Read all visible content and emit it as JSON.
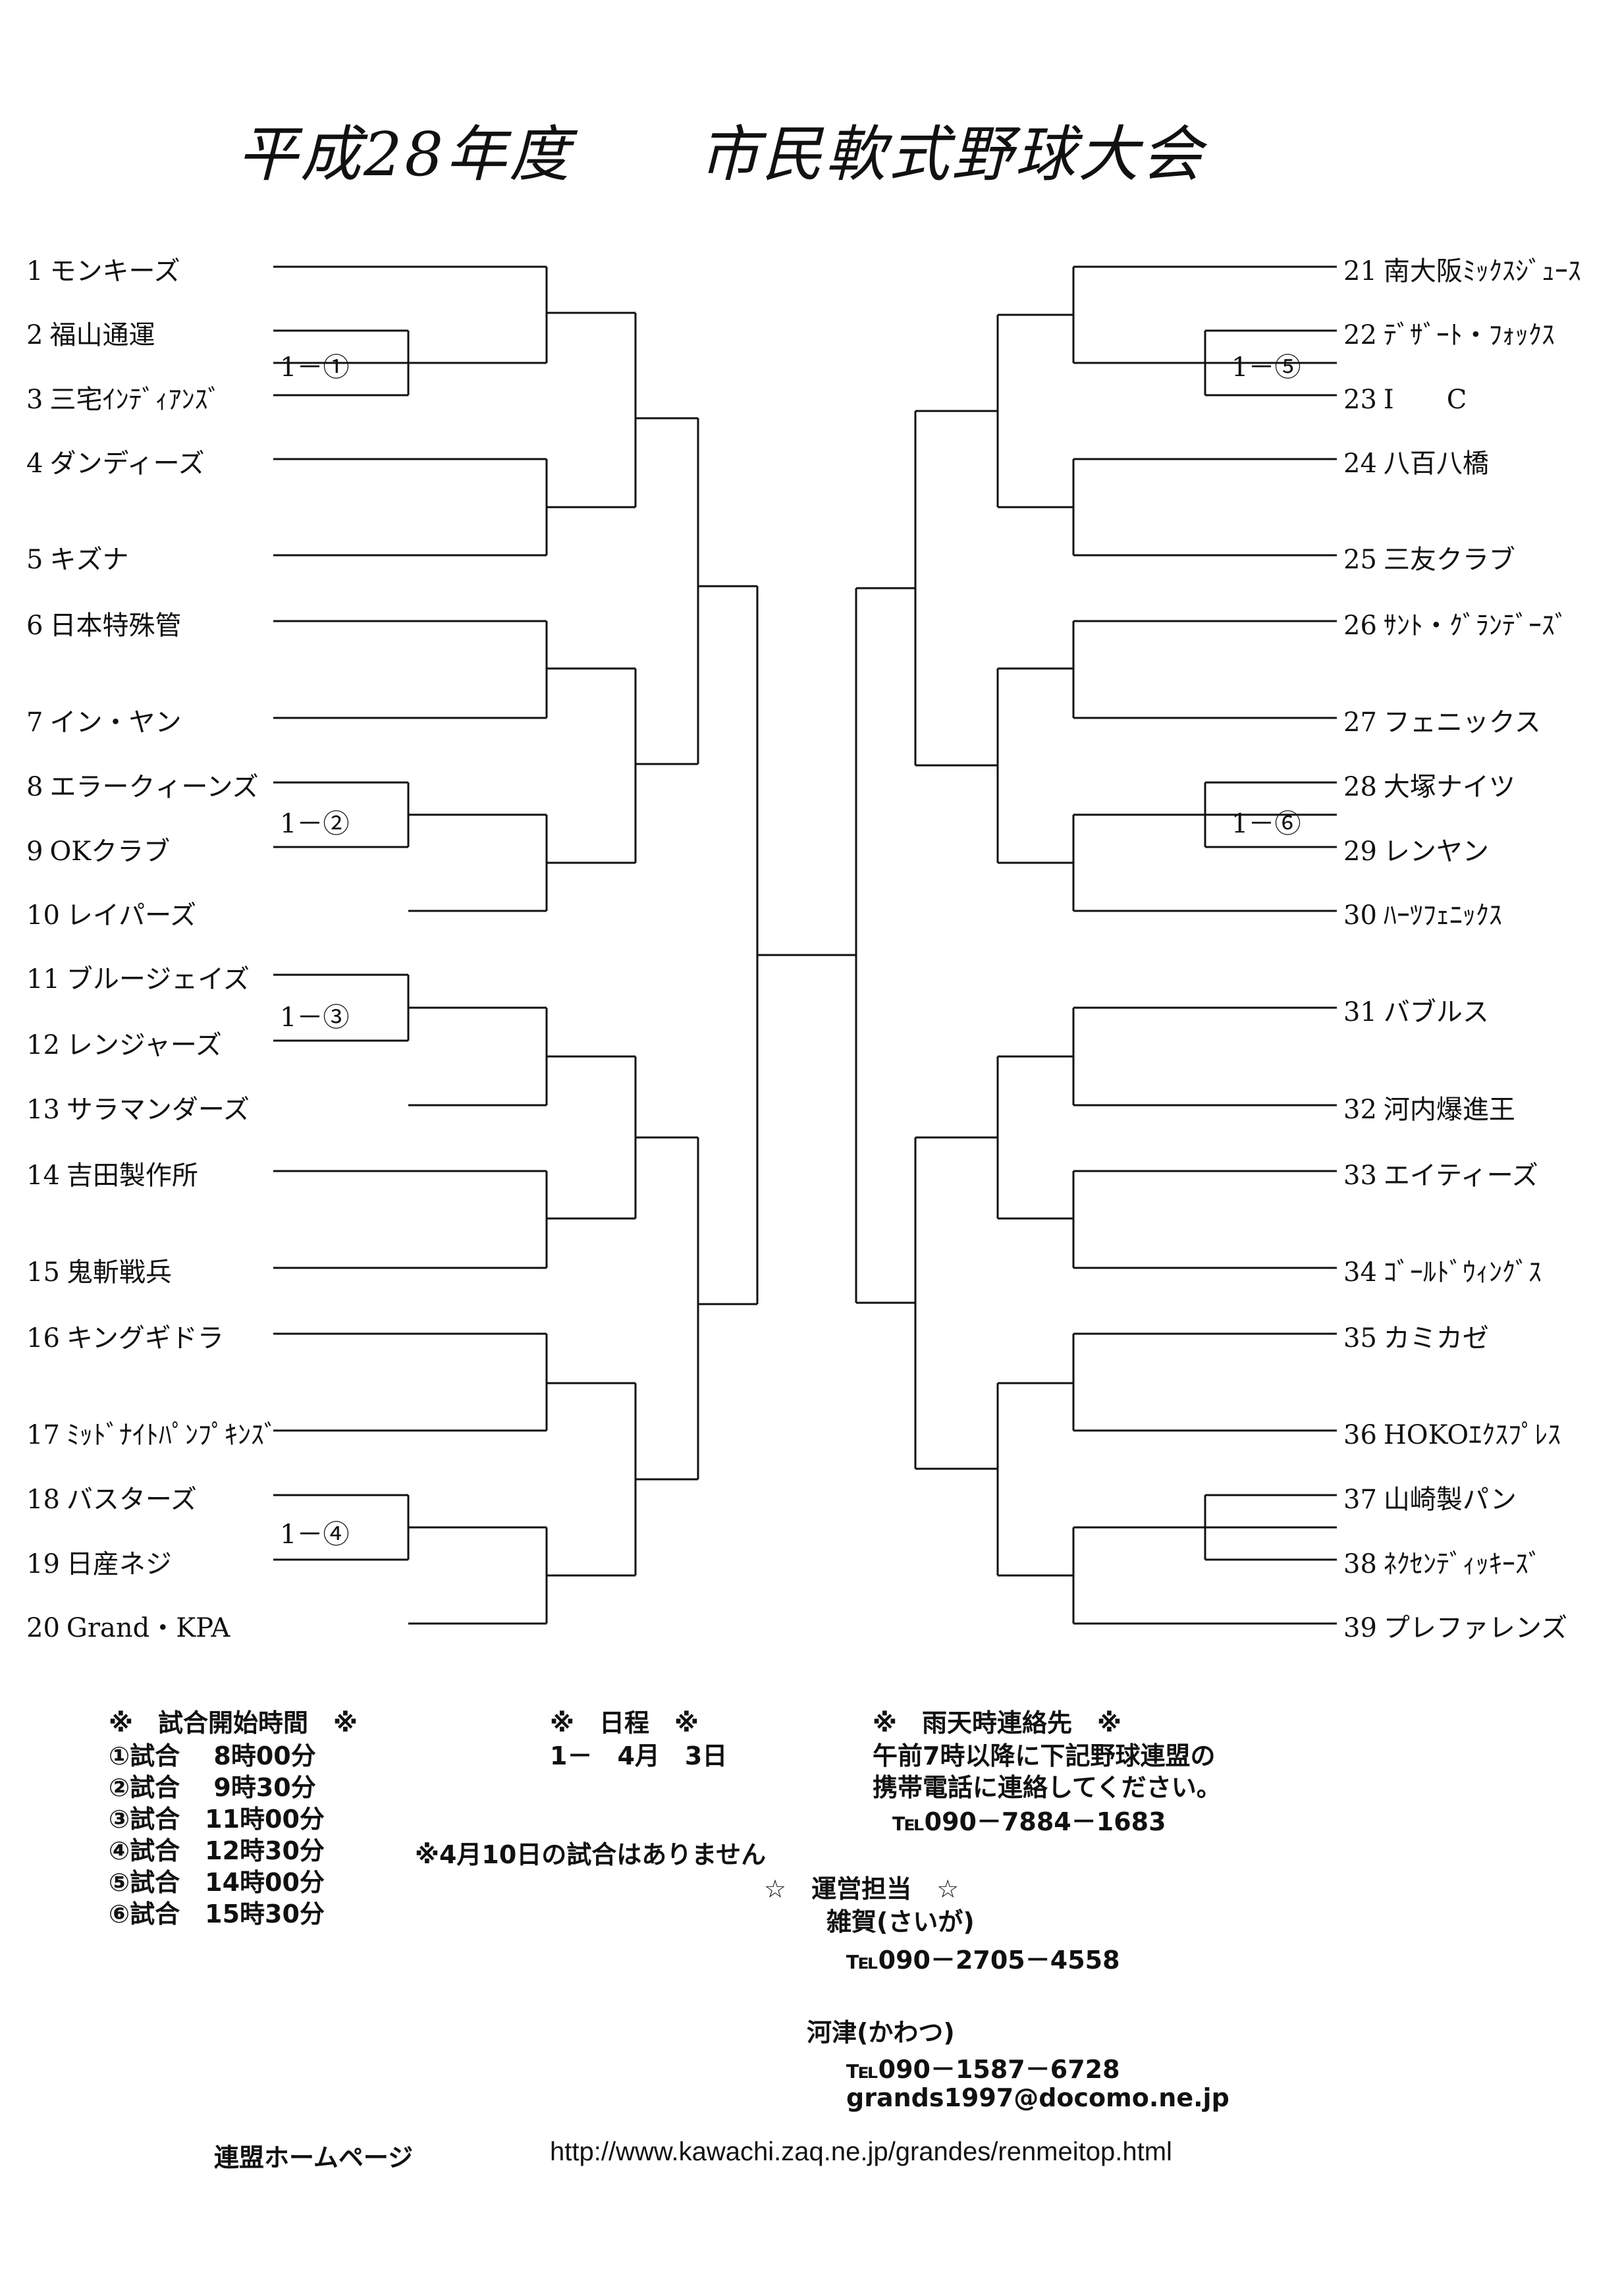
{
  "title": "平成28年度　　市民軟式野球大会",
  "left_teams": [
    {
      "num": "1",
      "name": "モンキーズ"
    },
    {
      "num": "2",
      "name": "福山通運"
    },
    {
      "num": "3",
      "name": "三宅ｲﾝﾃﾞｨｱﾝｽﾞ"
    },
    {
      "num": "4",
      "name": "ダンディーズ"
    },
    {
      "num": "5",
      "name": "キズナ"
    },
    {
      "num": "6",
      "name": "日本特殊管"
    },
    {
      "num": "7",
      "name": "イン・ヤン"
    },
    {
      "num": "8",
      "name": "エラークィーンズ"
    },
    {
      "num": "9",
      "name": "OKクラブ"
    },
    {
      "num": "10",
      "name": "レイパーズ"
    },
    {
      "num": "11",
      "name": "ブルージェイズ"
    },
    {
      "num": "12",
      "name": "レンジャーズ"
    },
    {
      "num": "13",
      "name": "サラマンダーズ"
    },
    {
      "num": "14",
      "name": "吉田製作所"
    },
    {
      "num": "15",
      "name": "鬼斬戦兵"
    },
    {
      "num": "16",
      "name": "キングギドラ"
    },
    {
      "num": "17",
      "name": "ﾐｯﾄﾞﾅｲﾄﾊﾟﾝﾌﾟｷﾝｽﾞ"
    },
    {
      "num": "18",
      "name": "バスターズ"
    },
    {
      "num": "19",
      "name": "日産ネジ"
    },
    {
      "num": "20",
      "name": "Grand・KPA"
    }
  ],
  "right_teams": [
    {
      "num": "21",
      "name": "南大阪ﾐｯｸｽｼﾞｭｰｽ"
    },
    {
      "num": "22",
      "name": "ﾃﾞｻﾞｰﾄ・ﾌｫｯｸｽ"
    },
    {
      "num": "23",
      "name": "I　　C"
    },
    {
      "num": "24",
      "name": "八百八橋"
    },
    {
      "num": "25",
      "name": "三友クラブ"
    },
    {
      "num": "26",
      "name": "ｻﾝﾄ・ｸﾞﾗﾝﾃﾞｰｽﾞ"
    },
    {
      "num": "27",
      "name": "フェニックス"
    },
    {
      "num": "28",
      "name": "大塚ナイツ"
    },
    {
      "num": "29",
      "name": "レンヤン"
    },
    {
      "num": "30",
      "name": "ﾊｰﾂﾌｪﾆｯｸｽ"
    },
    {
      "num": "31",
      "name": "バブルス"
    },
    {
      "num": "32",
      "name": "河内爆進王"
    },
    {
      "num": "33",
      "name": "エイティーズ"
    },
    {
      "num": "34",
      "name": "ｺﾞｰﾙﾄﾞｳｨﾝｸﾞｽ"
    },
    {
      "num": "35",
      "name": "カミカゼ"
    },
    {
      "num": "36",
      "name": "HOKOｴｸｽﾌﾟﾚｽ"
    },
    {
      "num": "37",
      "name": "山崎製パン"
    },
    {
      "num": "38",
      "name": "ﾈｸｾﾝﾃﾞｨｯｷｰｽﾞ"
    },
    {
      "num": "39",
      "name": "プレファレンズ"
    }
  ],
  "game_labels": [
    "1－①",
    "1－②",
    "1－③",
    "1－④",
    "1－⑤",
    "1－⑥"
  ],
  "start_times": {
    "heading": "※　試合開始時間　※",
    "rows": [
      "①試合　 8時00分",
      "②試合　 9時30分",
      "③試合　11時00分",
      "④試合　12時30分",
      "⑤試合　14時00分",
      "⑥試合　15時30分"
    ]
  },
  "schedule": {
    "heading": "※　日程　※",
    "row": "1－　4月　3日",
    "note": "※4月10日の試合はありません"
  },
  "rain_contact": {
    "heading": "※　雨天時連絡先　※",
    "line1": "午前7時以降に下記野球連盟の",
    "line2": "携帯電話に連絡してください。",
    "tel": "℡090－7884－1683"
  },
  "staff": {
    "heading": "☆　運営担当　☆",
    "person1": "雑賀(さいが)",
    "tel1": "℡090－2705－4558",
    "person2": "河津(かわつ)",
    "tel2": "℡090－1587－6728",
    "email": "grands1997@docomo.ne.jp"
  },
  "homepage": {
    "label": "連盟ホームページ",
    "url": "http://www.kawachi.zaq.ne.jp/grandes/renmeitop.html"
  }
}
